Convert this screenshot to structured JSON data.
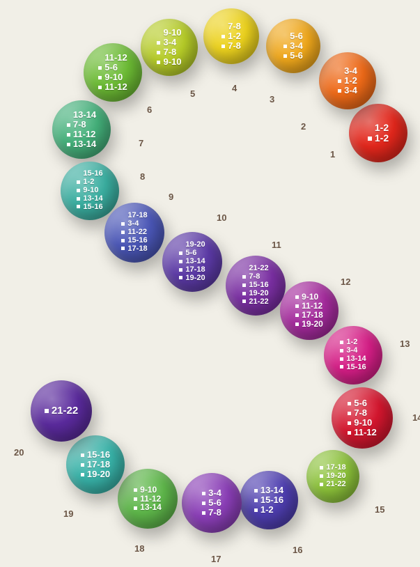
{
  "balls": [
    {
      "step": "1",
      "color": "#e2271c",
      "lines": [
        {
          "t": "1-2",
          "sq": false
        },
        {
          "t": "1-2",
          "sq": true
        }
      ]
    },
    {
      "step": "2",
      "color": "#ee6a18",
      "lines": [
        {
          "t": "3-4",
          "sq": false
        },
        {
          "t": "1-2",
          "sq": true
        },
        {
          "t": "3-4",
          "sq": true
        }
      ]
    },
    {
      "step": "3",
      "color": "#f0a81c",
      "lines": [
        {
          "t": "5-6",
          "sq": false
        },
        {
          "t": "3-4",
          "sq": true
        },
        {
          "t": "5-6",
          "sq": true
        }
      ]
    },
    {
      "step": "4",
      "color": "#ecd21e",
      "lines": [
        {
          "t": "7-8",
          "sq": false
        },
        {
          "t": "1-2",
          "sq": true
        },
        {
          "t": "7-8",
          "sq": true
        }
      ]
    },
    {
      "step": "5",
      "color": "#b6cc28",
      "lines": [
        {
          "t": "9-10",
          "sq": false
        },
        {
          "t": "3-4",
          "sq": true
        },
        {
          "t": "7-8",
          "sq": true
        },
        {
          "t": "9-10",
          "sq": true
        }
      ]
    },
    {
      "step": "6",
      "color": "#6cbb34",
      "lines": [
        {
          "t": "11-12",
          "sq": false
        },
        {
          "t": "5-6",
          "sq": true
        },
        {
          "t": "9-10",
          "sq": true
        },
        {
          "t": "11-12",
          "sq": true
        }
      ]
    },
    {
      "step": "7",
      "color": "#44b07a",
      "lines": [
        {
          "t": "13-14",
          "sq": false
        },
        {
          "t": "7-8",
          "sq": true
        },
        {
          "t": "11-12",
          "sq": true
        },
        {
          "t": "13-14",
          "sq": true
        }
      ]
    },
    {
      "step": "8",
      "color": "#3aaea0",
      "lines": [
        {
          "t": "15-16",
          "sq": false
        },
        {
          "t": "1-2",
          "sq": true
        },
        {
          "t": "9-10",
          "sq": true
        },
        {
          "t": "13-14",
          "sq": true
        },
        {
          "t": "15-16",
          "sq": true
        }
      ]
    },
    {
      "step": "9",
      "color": "#4a56b6",
      "lines": [
        {
          "t": "17-18",
          "sq": false
        },
        {
          "t": "3-4",
          "sq": true
        },
        {
          "t": "11-22",
          "sq": true
        },
        {
          "t": "15-16",
          "sq": true
        },
        {
          "t": "17-18",
          "sq": true
        }
      ]
    },
    {
      "step": "10",
      "color": "#5c3aa6",
      "lines": [
        {
          "t": "19-20",
          "sq": false
        },
        {
          "t": "5-6",
          "sq": true
        },
        {
          "t": "13-14",
          "sq": true
        },
        {
          "t": "17-18",
          "sq": true
        },
        {
          "t": "19-20",
          "sq": true
        }
      ]
    },
    {
      "step": "11",
      "color": "#7a2fa2",
      "lines": [
        {
          "t": "21-22",
          "sq": false
        },
        {
          "t": "7-8",
          "sq": true
        },
        {
          "t": "15-16",
          "sq": true
        },
        {
          "t": "19-20",
          "sq": true
        },
        {
          "t": "21-22",
          "sq": true
        }
      ]
    },
    {
      "step": "12",
      "color": "#a42a9c",
      "lines": [
        {
          "t": "9-10",
          "sq": true
        },
        {
          "t": "11-12",
          "sq": true
        },
        {
          "t": "17-18",
          "sq": true
        },
        {
          "t": "19-20",
          "sq": true
        }
      ]
    },
    {
      "step": "13",
      "color": "#d51e86",
      "lines": [
        {
          "t": "1-2",
          "sq": true
        },
        {
          "t": "3-4",
          "sq": true
        },
        {
          "t": "13-14",
          "sq": true
        },
        {
          "t": "15-16",
          "sq": true
        }
      ]
    },
    {
      "step": "14",
      "color": "#d4162e",
      "lines": [
        {
          "t": "5-6",
          "sq": true
        },
        {
          "t": "7-8",
          "sq": true
        },
        {
          "t": "9-10",
          "sq": true
        },
        {
          "t": "11-12",
          "sq": true
        }
      ]
    },
    {
      "step": "15",
      "color": "#8cc23a",
      "lines": [
        {
          "t": "17-18",
          "sq": true
        },
        {
          "t": "19-20",
          "sq": true
        },
        {
          "t": "21-22",
          "sq": true
        }
      ]
    },
    {
      "step": "16",
      "color": "#4e3eb0",
      "lines": [
        {
          "t": "13-14",
          "sq": true
        },
        {
          "t": "15-16",
          "sq": true
        },
        {
          "t": "1-2",
          "sq": true
        }
      ]
    },
    {
      "step": "17",
      "color": "#8a3eb6",
      "lines": [
        {
          "t": "3-4",
          "sq": true
        },
        {
          "t": "5-6",
          "sq": true
        },
        {
          "t": "7-8",
          "sq": true
        }
      ]
    },
    {
      "step": "18",
      "color": "#5eb64a",
      "lines": [
        {
          "t": "9-10",
          "sq": true
        },
        {
          "t": "11-12",
          "sq": true
        },
        {
          "t": "13-14",
          "sq": true
        }
      ]
    },
    {
      "step": "19",
      "color": "#38b2a8",
      "lines": [
        {
          "t": "15-16",
          "sq": true
        },
        {
          "t": "17-18",
          "sq": true
        },
        {
          "t": "19-20",
          "sq": true
        }
      ]
    },
    {
      "step": "20",
      "color": "#5a2a9c",
      "lines": [
        {
          "t": "21-22",
          "sq": true
        }
      ]
    }
  ]
}
